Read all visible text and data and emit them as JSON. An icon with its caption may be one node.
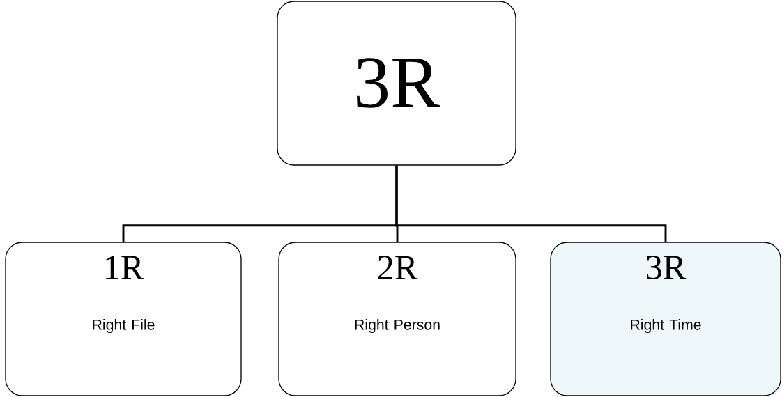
{
  "diagram": {
    "nodes": [
      {
        "text": [
          "3R"
        ]
      },
      {
        "text": [
          "1R",
          "Right File"
        ]
      },
      {
        "text": [
          "2R",
          "Right Person"
        ]
      },
      {
        "text": [
          "3R",
          "Right Time"
        ]
      }
    ],
    "edges": [
      {
        "from": 0,
        "to": 1,
        "arrow": "none"
      },
      {
        "from": 0,
        "to": 2,
        "arrow": "none"
      },
      {
        "from": 0,
        "to": 3,
        "arrow": "none"
      }
    ]
  }
}
